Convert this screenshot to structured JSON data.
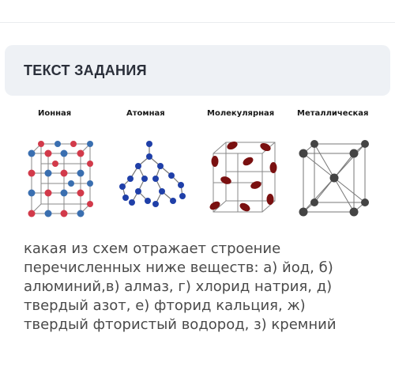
{
  "task": {
    "title": "ТЕКСТ ЗАДАНИЯ"
  },
  "figure": {
    "labels": [
      "Ионная",
      "Атомная",
      "Молекулярная",
      "Металлическая"
    ],
    "colors": {
      "ion_blue": "#3a6fb0",
      "ion_red": "#d23a4a",
      "atom_blue": "#1f3fa8",
      "molecule": "#7a1010",
      "metal": "#444444",
      "lines": "#777777"
    }
  },
  "question": {
    "lines": [
      "какая из схем отражает строение",
      "перечисленных ниже веществ: а) йод, б)",
      "алюминий,в) алмаз, г) хлорид натрия, д)",
      "твердый азот, е) фторид кальция, ж)",
      "твердый фтористый водород, з) кремний"
    ]
  }
}
